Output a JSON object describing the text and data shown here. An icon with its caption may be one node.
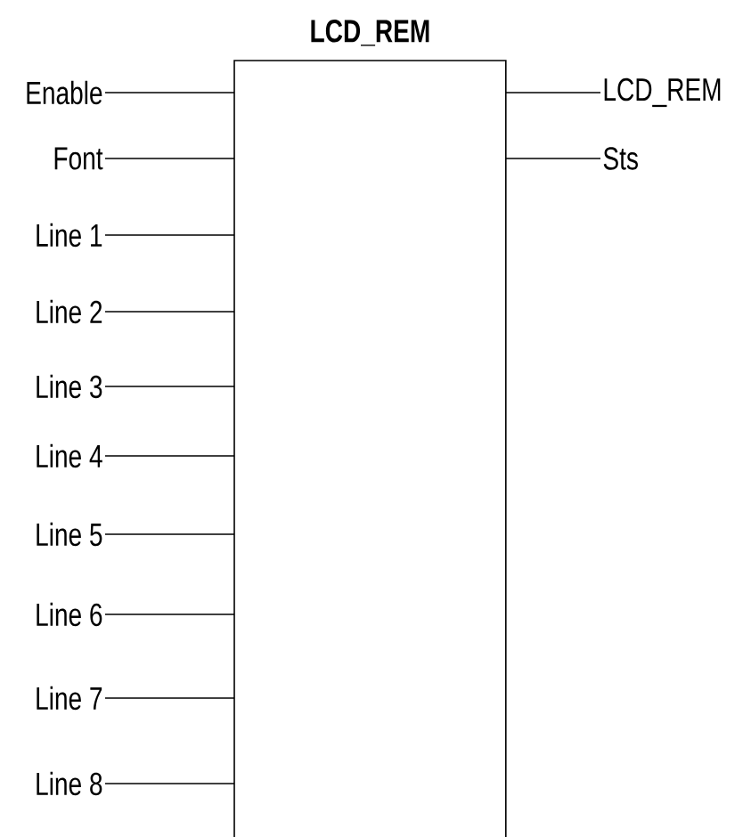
{
  "diagram": {
    "nodes": [
      {
        "text": [
          "LCD_REM"
        ]
      },
      {
        "text": [
          "Enable"
        ]
      },
      {
        "text": [
          "Font"
        ]
      },
      {
        "text": [
          "Line 1"
        ]
      },
      {
        "text": [
          "Line 2"
        ]
      },
      {
        "text": [
          "Line 3"
        ]
      },
      {
        "text": [
          "Line 4"
        ]
      },
      {
        "text": [
          "Line 5"
        ]
      },
      {
        "text": [
          "Line 6"
        ]
      },
      {
        "text": [
          "Line 7"
        ]
      },
      {
        "text": [
          "Line 8"
        ]
      },
      {
        "text": [
          "LCD_REM"
        ]
      },
      {
        "text": [
          "Sts"
        ]
      }
    ],
    "edges": [
      {
        "from": 1,
        "to": 0,
        "arrow": "none"
      },
      {
        "from": 2,
        "to": 0,
        "arrow": "none"
      },
      {
        "from": 3,
        "to": 0,
        "arrow": "none"
      },
      {
        "from": 4,
        "to": 0,
        "arrow": "none"
      },
      {
        "from": 5,
        "to": 0,
        "arrow": "none"
      },
      {
        "from": 6,
        "to": 0,
        "arrow": "none"
      },
      {
        "from": 7,
        "to": 0,
        "arrow": "none"
      },
      {
        "from": 8,
        "to": 0,
        "arrow": "none"
      },
      {
        "from": 9,
        "to": 0,
        "arrow": "none"
      },
      {
        "from": 10,
        "to": 0,
        "arrow": "none"
      },
      {
        "from": 0,
        "to": 11,
        "arrow": "none"
      },
      {
        "from": 0,
        "to": 12,
        "arrow": "none"
      }
    ]
  }
}
